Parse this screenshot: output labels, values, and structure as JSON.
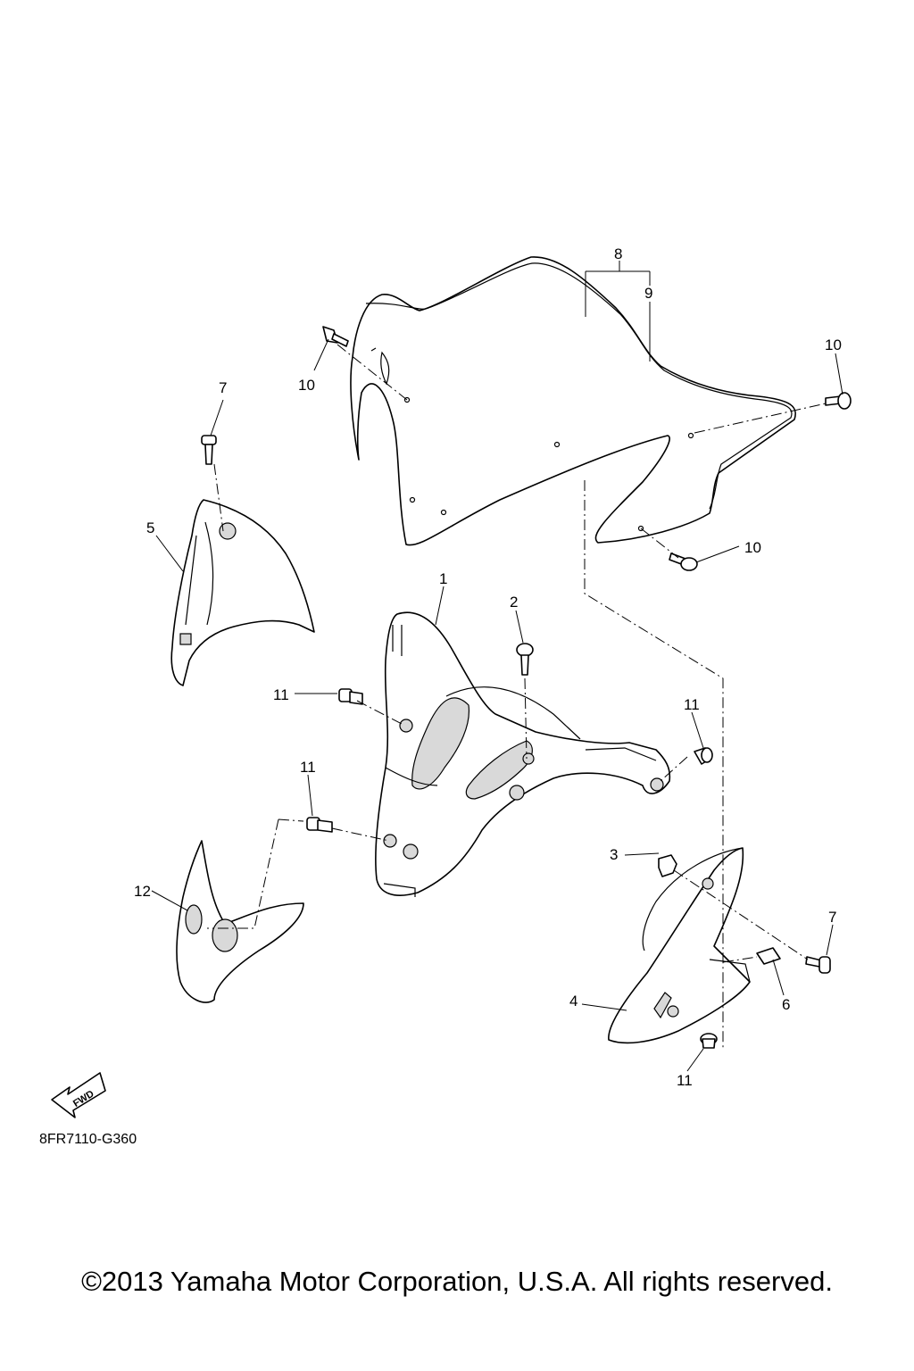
{
  "diagram": {
    "code": "8FR7110-G360",
    "copyright": "©2013 Yamaha Motor Corporation, U.S.A. All rights reserved.",
    "fwd_label": "FWD",
    "callouts": {
      "c1": "1",
      "c2": "2",
      "c3": "3",
      "c4": "4",
      "c5": "5",
      "c6": "6",
      "c7a": "7",
      "c7b": "7",
      "c8": "8",
      "c9": "9",
      "c10a": "10",
      "c10b": "10",
      "c10c": "10",
      "c11a": "11",
      "c11b": "11",
      "c11c": "11",
      "c11d": "11",
      "c12": "12"
    }
  }
}
